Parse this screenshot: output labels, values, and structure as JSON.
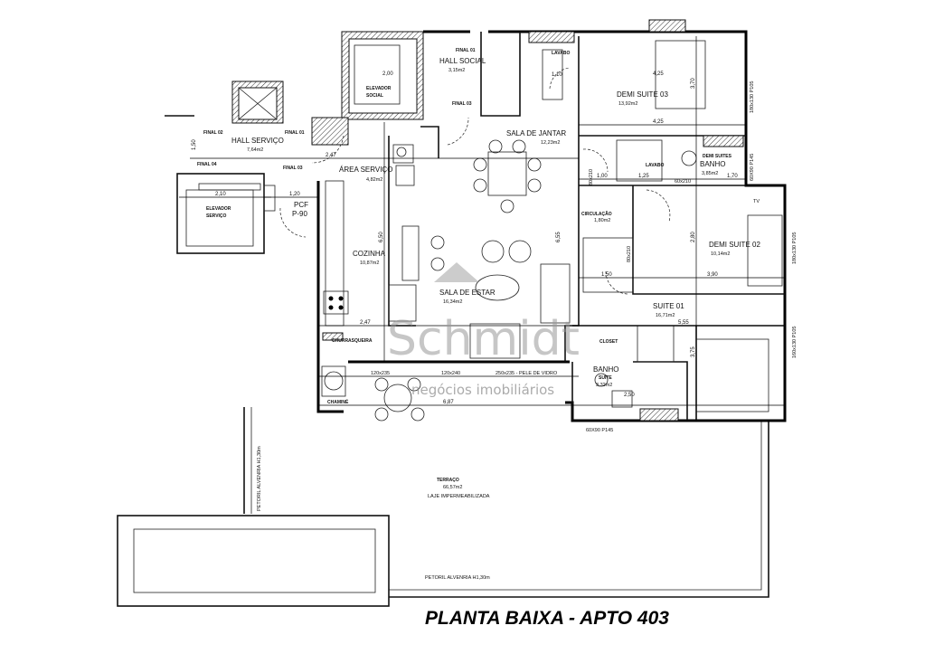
{
  "title": "PLANTA BAIXA  -  APTO 403",
  "watermark": {
    "brand": "Schmidt",
    "tagline": "negócios imobiliários"
  },
  "rooms": {
    "hall_servico": {
      "name": "HALL SERVIÇO",
      "area": "7,64m2"
    },
    "hall_social": {
      "name": "HALL SOCIAL",
      "area": "3,15m2"
    },
    "elevador_social": {
      "line1": "ELEVADOR",
      "line2": "SOCIAL"
    },
    "elevador_servico": {
      "line1": "ELEVADOR",
      "line2": "SERVIÇO"
    },
    "area_servico": {
      "name": "ÁREA SERVIÇO",
      "area": "4,82m2"
    },
    "cozinha": {
      "name": "COZINHA",
      "area": "10,87m2"
    },
    "sala_jantar": {
      "name": "SALA DE JANTAR",
      "area": "12,23m2"
    },
    "sala_estar": {
      "name": "SALA DE ESTAR",
      "area": "16,34m2"
    },
    "lavabo_top": {
      "name": "LAVABO"
    },
    "demi_suite_03": {
      "name": "DEMI SUITE 03",
      "area": "13,92m2"
    },
    "lavabo": {
      "name": "LAVABO"
    },
    "banho_demi": {
      "line1": "DEMI SUITES",
      "line2": "BANHO",
      "area": "3,85m2"
    },
    "circulacao": {
      "name": "CIRCULAÇÃO",
      "area": "1,80m2"
    },
    "demi_suite_02": {
      "name": "DEMI SUITE 02",
      "area": "10,14m2"
    },
    "suite_01": {
      "name": "SUITE 01",
      "area": "16,71m2"
    },
    "closet": {
      "name": "CLOSET"
    },
    "banho_suite": {
      "name": "BANHO",
      "sub": "SUÍTE",
      "area": "3,32m2"
    },
    "churrasqueira": {
      "name": "CHURRASQUEIRA"
    },
    "chamine": {
      "name": "CHAMINÉ"
    },
    "terraco": {
      "name": "TERRAÇO",
      "area": "66,57m2",
      "note": "LAJE IMPERMEABILIZADA"
    }
  },
  "finals": {
    "f01a": "FINAL 01",
    "f01b": "FINAL 01",
    "f02": "FINAL 02",
    "f03a": "FINAL 03",
    "f03b": "FINAL 03",
    "f04": "FINAL 04"
  },
  "door_tag": {
    "line1": "PCF",
    "line2": "P-90"
  },
  "openings": {
    "w1": "180x130  P105",
    "w2": "60X90  P145",
    "w3": "180x130  P105",
    "w4": "160x130  P105",
    "w5": "60X90  P145",
    "w6": "250x235 - PELE DE VIDRO",
    "w7": "120x240",
    "w8": "120x235",
    "d1": "60x210",
    "d2": "80x210",
    "d3": "80x210"
  },
  "parapets": {
    "bottom": "PETORIL ALVENRIA H1,30m",
    "side": "PETORIL ALVENRIA H1,30m"
  },
  "dimensions": {
    "a": "2,47",
    "b": "2,47",
    "c": "6,87",
    "d": "5,55",
    "e": "4,25",
    "f": "4,25",
    "g": "2,00",
    "h": "2,10",
    "i": "1,20",
    "j": "1,50",
    "k": "3,90",
    "l": "1,00",
    "m": "1,25",
    "n": "1,70",
    "o": "1,10",
    "p": "6,50",
    "q": "6,55",
    "r": "3,70",
    "s": "2,80",
    "t": "3,75",
    "u": "2,50",
    "v": "1,50"
  },
  "tv_label": "TV"
}
